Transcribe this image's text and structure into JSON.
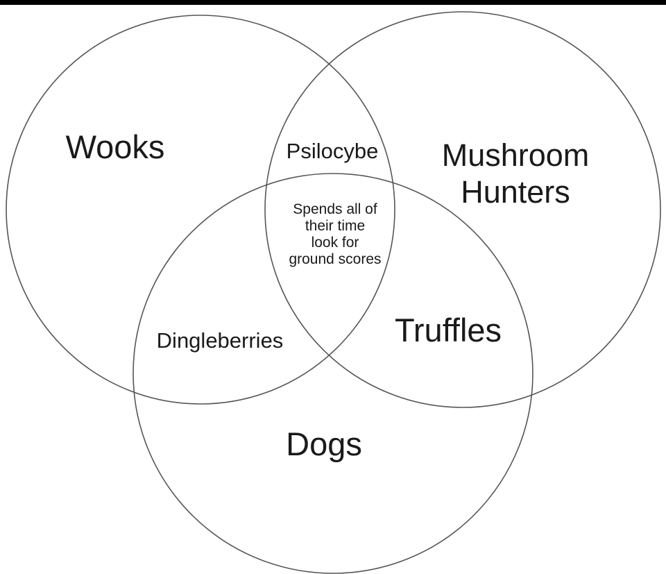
{
  "diagram": {
    "sets": [
      {
        "name": "Wooks",
        "lines": [
          "Wooks"
        ]
      },
      {
        "name": "Mushroom Hunters",
        "lines": [
          "Mushroom",
          "Hunters"
        ]
      },
      {
        "name": "Dogs",
        "lines": [
          "Dogs"
        ]
      }
    ],
    "intersections": [
      {
        "sets": [
          "Wooks",
          "Mushroom Hunters"
        ],
        "label": "Psilocybe"
      },
      {
        "sets": [
          "Wooks",
          "Dogs"
        ],
        "label": "Dingleberries"
      },
      {
        "sets": [
          "Mushroom Hunters",
          "Dogs"
        ],
        "label": "Truffles"
      },
      {
        "sets": [
          "Wooks",
          "Mushroom Hunters",
          "Dogs"
        ],
        "lines": [
          "Spends all of",
          "their time",
          "look for",
          "ground scores"
        ]
      }
    ],
    "colors": {
      "ring": "#555555",
      "text": "#1a1a1a",
      "background": "#ffffff",
      "top_bar": "#000000"
    }
  }
}
